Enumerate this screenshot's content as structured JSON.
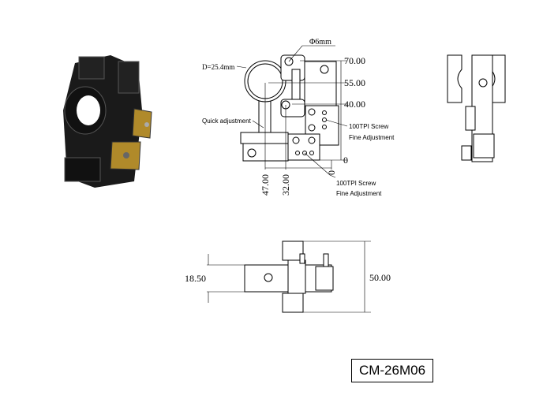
{
  "front_view": {
    "diameter_label": "D=25.4mm",
    "hole_label": "Φ6mm",
    "v_dims": [
      "70.00",
      "55.00",
      "40.00",
      "0"
    ],
    "h_dims": [
      "47.00",
      "32.00",
      "0"
    ],
    "quick_adjust_label": "Quick adjustment",
    "fine_adjust_1": [
      "100TPI Screw",
      "Fine Adjustment"
    ],
    "fine_adjust_2": [
      "100TPI Screw",
      "Fine Adjustment"
    ]
  },
  "top_view": {
    "height_dim": "18.50",
    "width_dim": "50.00"
  },
  "title_block": {
    "part_number": "CM-26M06"
  }
}
